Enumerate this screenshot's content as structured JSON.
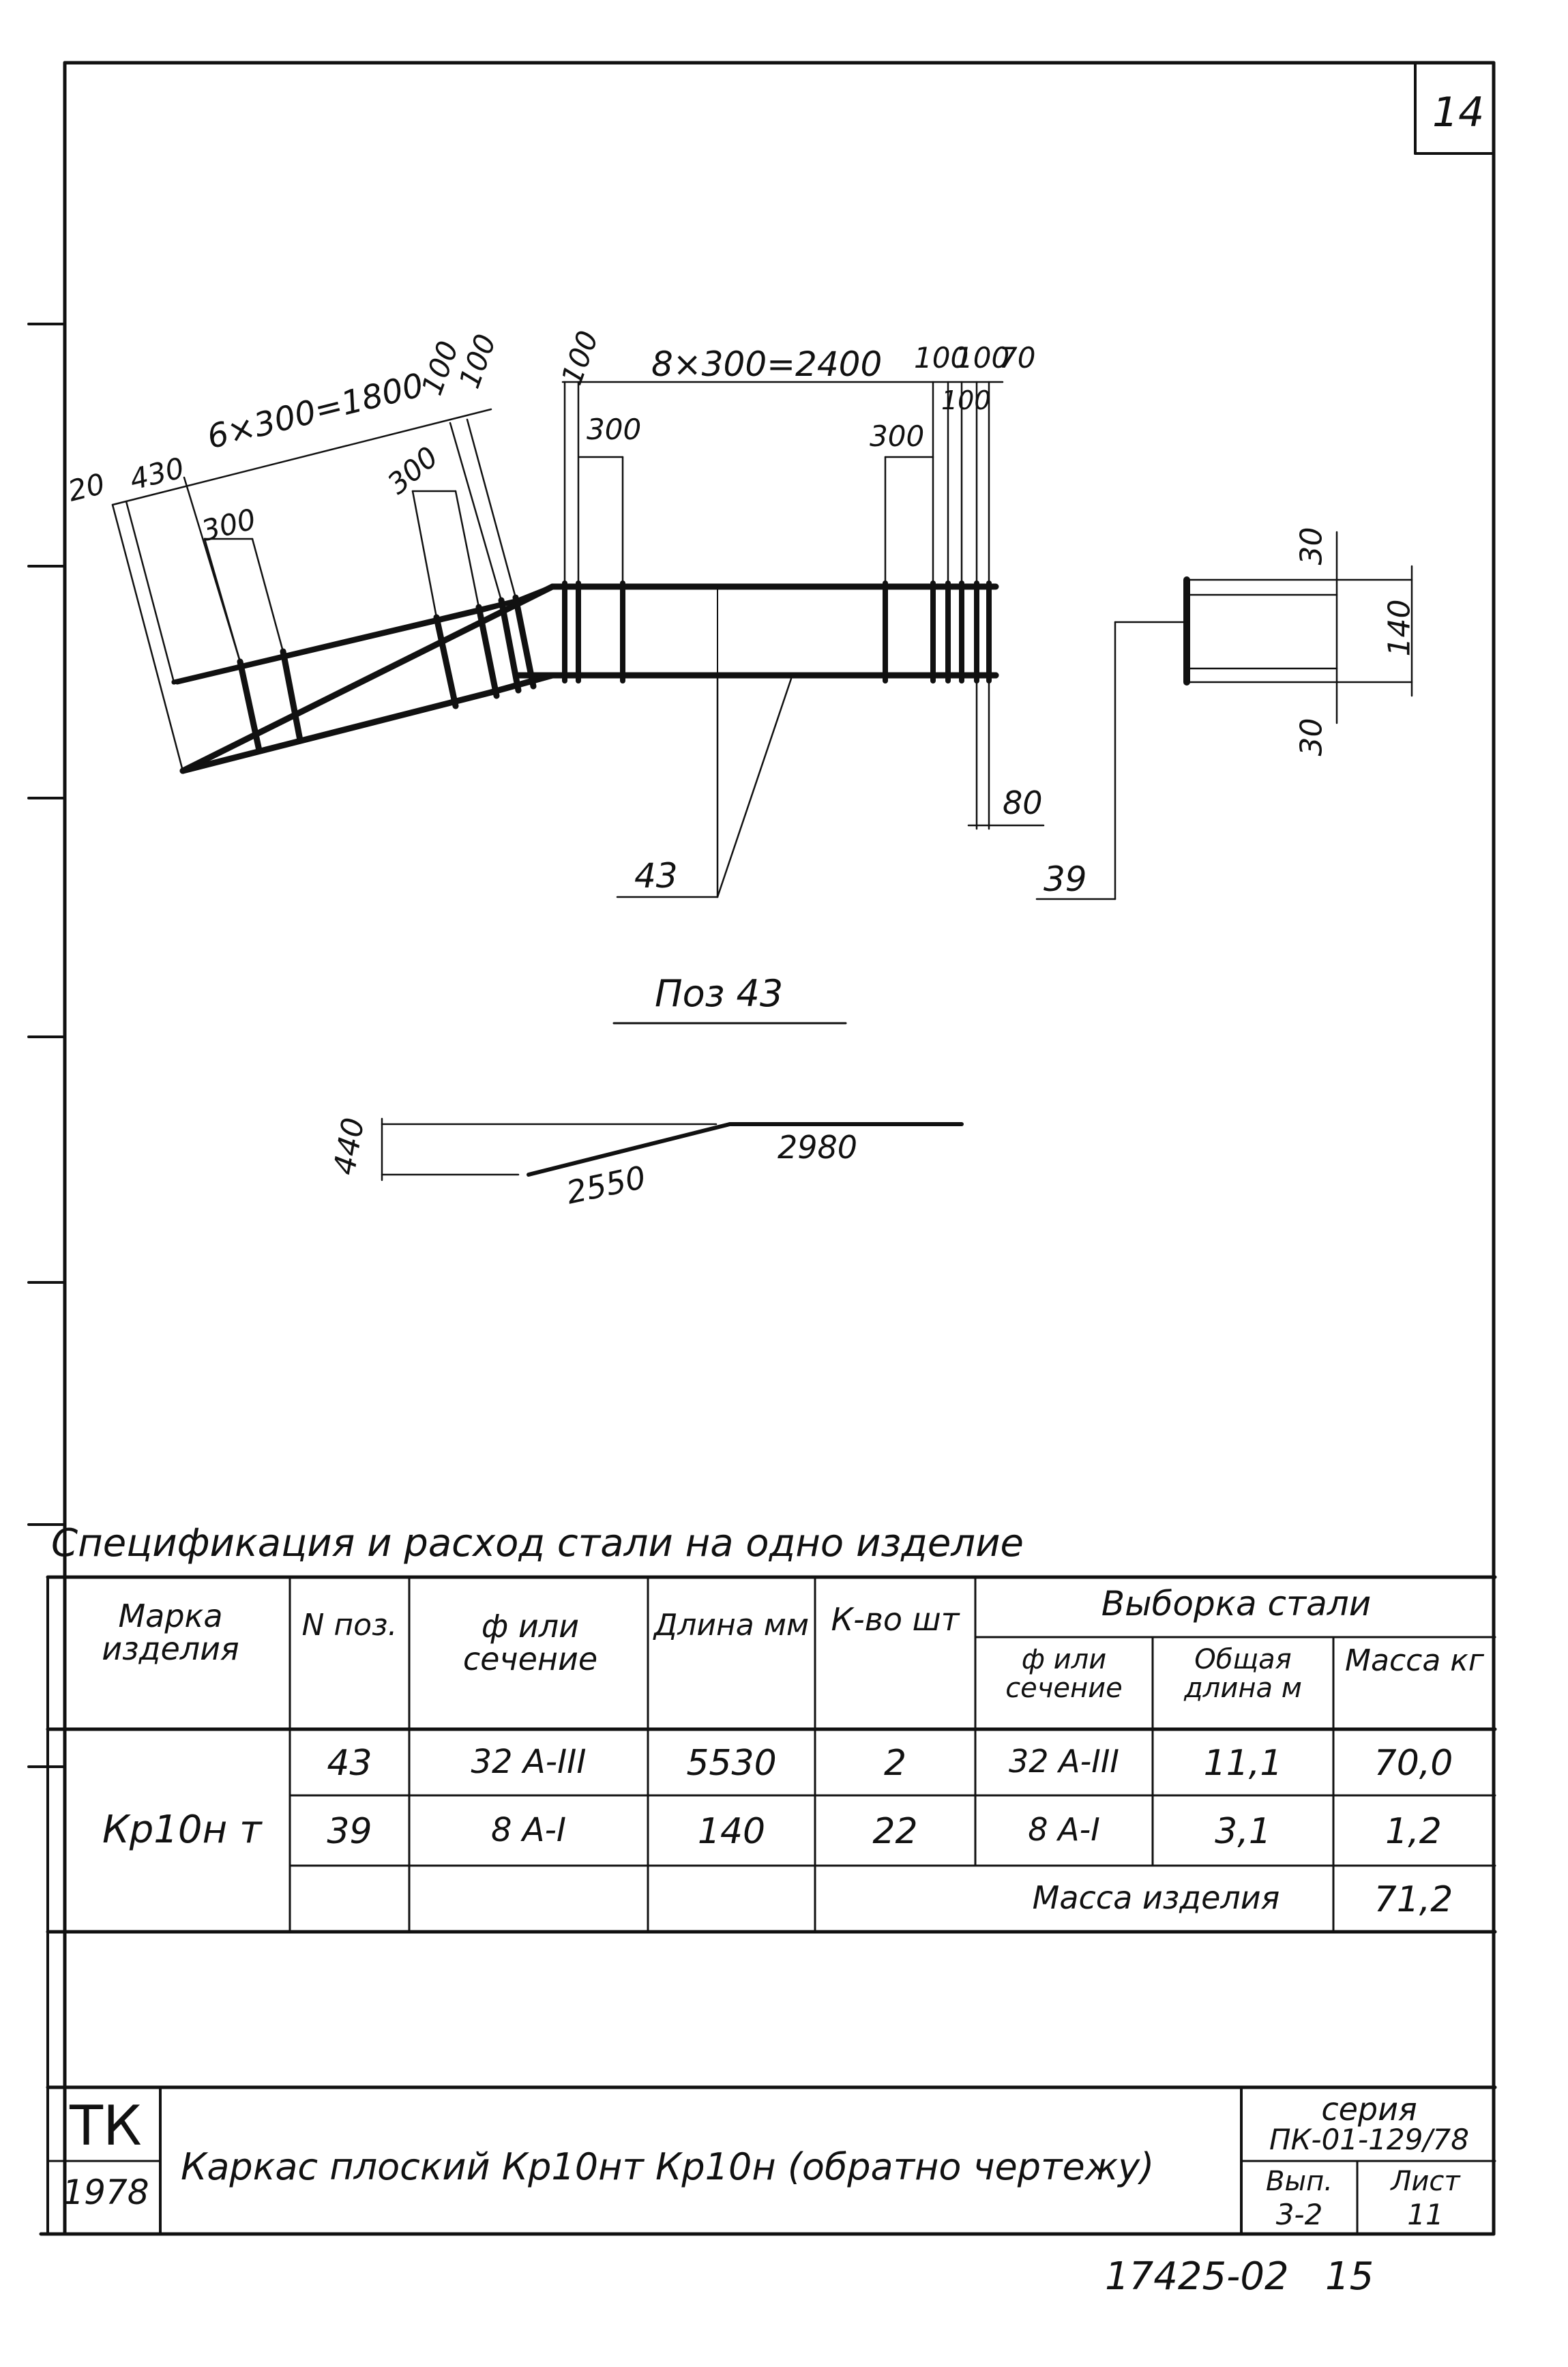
{
  "sheet": {
    "page_number": "14",
    "bottom_code": "17425-02   15"
  },
  "drawing": {
    "frame_dims": {
      "d1": "20",
      "d2": "430",
      "d3": "6×300=1800",
      "d4": "100",
      "d5": "100",
      "d6": "300",
      "d7": "300",
      "d8": "100",
      "d9": "8×300=2400",
      "d10": "300",
      "d11": "300",
      "d12": "100",
      "d13": "100",
      "d14": "70",
      "d15": "100",
      "d16": "80",
      "leader_43": "43"
    },
    "detail_39": {
      "d_top": "30",
      "d_mid": "140",
      "d_bot": "30",
      "leader": "39"
    },
    "pos43": {
      "title": "Поз 43",
      "height": "440",
      "len_a": "2550",
      "len_b": "2980"
    }
  },
  "spec": {
    "title": "Спецификация и расход стали на одно изделие",
    "headers": {
      "mark": "Марка изделия",
      "pos": "N поз.",
      "section": "ф или сечение",
      "length": "Длина мм",
      "qty": "К-во шт",
      "group": "Выборка стали",
      "sel_section": "ф или сечение",
      "total_len": "Общая длина м",
      "mass": "Масса кг"
    },
    "mark_value": "Кр10н т",
    "rows": [
      {
        "pos": "43",
        "section": "32 A-III",
        "length": "5530",
        "qty": "2",
        "sel_section": "32 A-III",
        "total_len": "11,1",
        "mass": "70,0"
      },
      {
        "pos": "39",
        "section": "8 A-I",
        "length": "140",
        "qty": "22",
        "sel_section": "8 A-I",
        "total_len": "3,1",
        "mass": "1,2"
      }
    ],
    "total_label": "Масса изделия",
    "total_mass": "71,2"
  },
  "title_block": {
    "org": "ТК",
    "year": "1978",
    "name": "Каркас плоский Кр10нт Кр10н (обратно чертежу)",
    "series_label": "серия",
    "series_value": "ПК-01-129/78",
    "issue_label": "Вып.",
    "issue_value": "3-2",
    "sheet_label": "Лист",
    "sheet_value": "11"
  }
}
